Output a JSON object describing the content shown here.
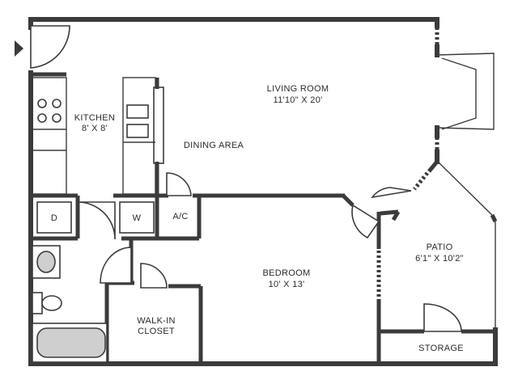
{
  "rooms": {
    "living": {
      "name": "LIVING ROOM",
      "dims": "11'10\" X 20'"
    },
    "kitchen": {
      "name": "KITCHEN",
      "dims": "8' X 8'"
    },
    "dining": {
      "name": "DINING AREA"
    },
    "bedroom": {
      "name": "BEDROOM",
      "dims": "10' X 13'"
    },
    "patio": {
      "name": "PATIO",
      "dims": "6'1\" X 10'2\""
    },
    "closet": {
      "line1": "WALK-IN",
      "line2": "CLOSET"
    },
    "storage": {
      "name": "STORAGE"
    }
  },
  "appliances": {
    "dryer": "D",
    "washer": "W",
    "ac": "A/C"
  }
}
